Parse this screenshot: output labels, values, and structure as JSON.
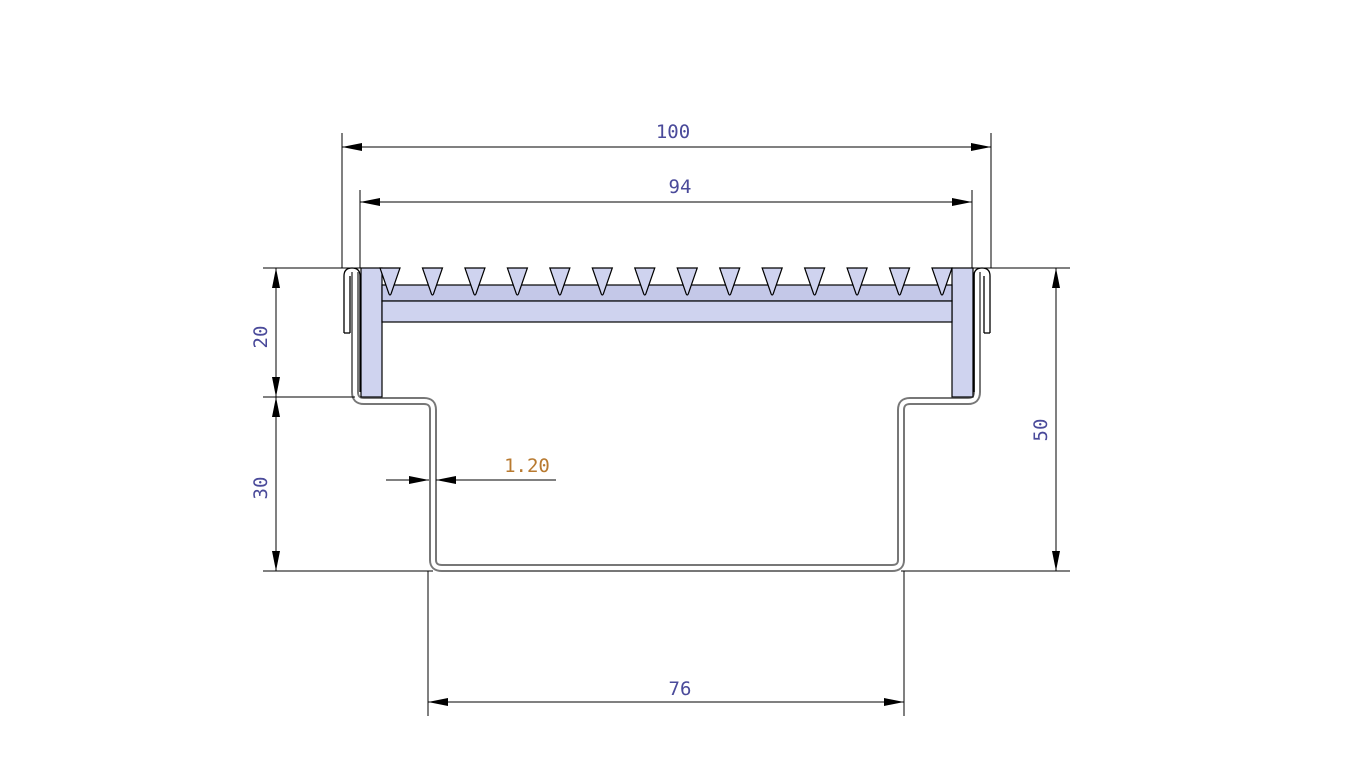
{
  "drawing": {
    "dimensions": {
      "overall_width": "100",
      "grating_width": "94",
      "upper_height": "20",
      "lower_height": "30",
      "total_height": "50",
      "channel_width": "76",
      "sheet_thickness": "1.20"
    },
    "teeth_count": 14,
    "colors": {
      "grating_fill": "#cfd3ef",
      "grating_bar": "#c4c8e8",
      "sheet_stroke": "#808080",
      "dim_line": "#000000",
      "dim_text": "#4a4a9a",
      "dim_text_accent": "#c07020"
    }
  }
}
